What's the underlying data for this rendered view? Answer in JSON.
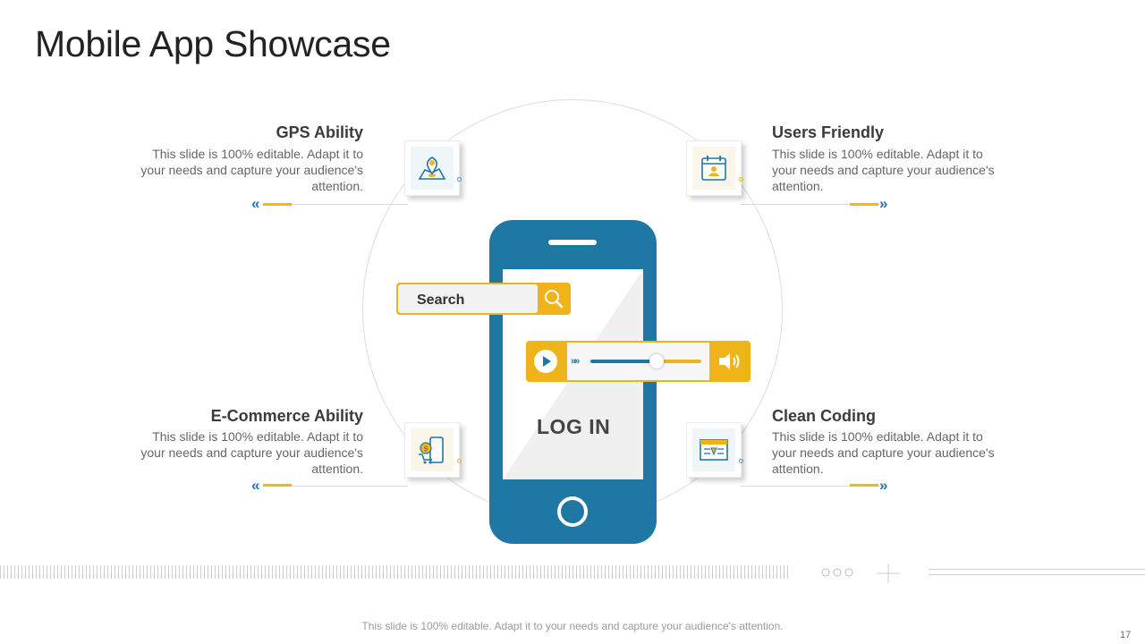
{
  "slide": {
    "title": "Mobile App Showcase",
    "footer": "This slide is 100% editable. Adapt it to your needs and capture your audience's attention.",
    "page_number": "17"
  },
  "features": {
    "top_left": {
      "title": "GPS Ability",
      "desc": "This slide is 100% editable.  Adapt it to your needs and capture your audience's attention.",
      "icon": "map-pin-icon"
    },
    "top_right": {
      "title": "Users Friendly",
      "desc": "This slide is 100% editable.  Adapt it to your needs and capture your audience's attention.",
      "icon": "calendar-user-icon"
    },
    "bottom_left": {
      "title": "E-Commerce Ability",
      "desc": "This slide is 100% editable.  Adapt it to your needs and capture your audience's attention.",
      "icon": "mobile-shopping-icon"
    },
    "bottom_right": {
      "title": "Clean Coding",
      "desc": "This slide is 100% editable.  Adapt it to your needs and capture your audience's attention.",
      "icon": "browser-code-icon"
    }
  },
  "phone": {
    "screen_label": "LOG IN",
    "search_placeholder": "Search",
    "player_progress": 0.6
  },
  "colors": {
    "blue": "#1f77a3",
    "orange": "#f0b41b",
    "text": "#333333"
  }
}
